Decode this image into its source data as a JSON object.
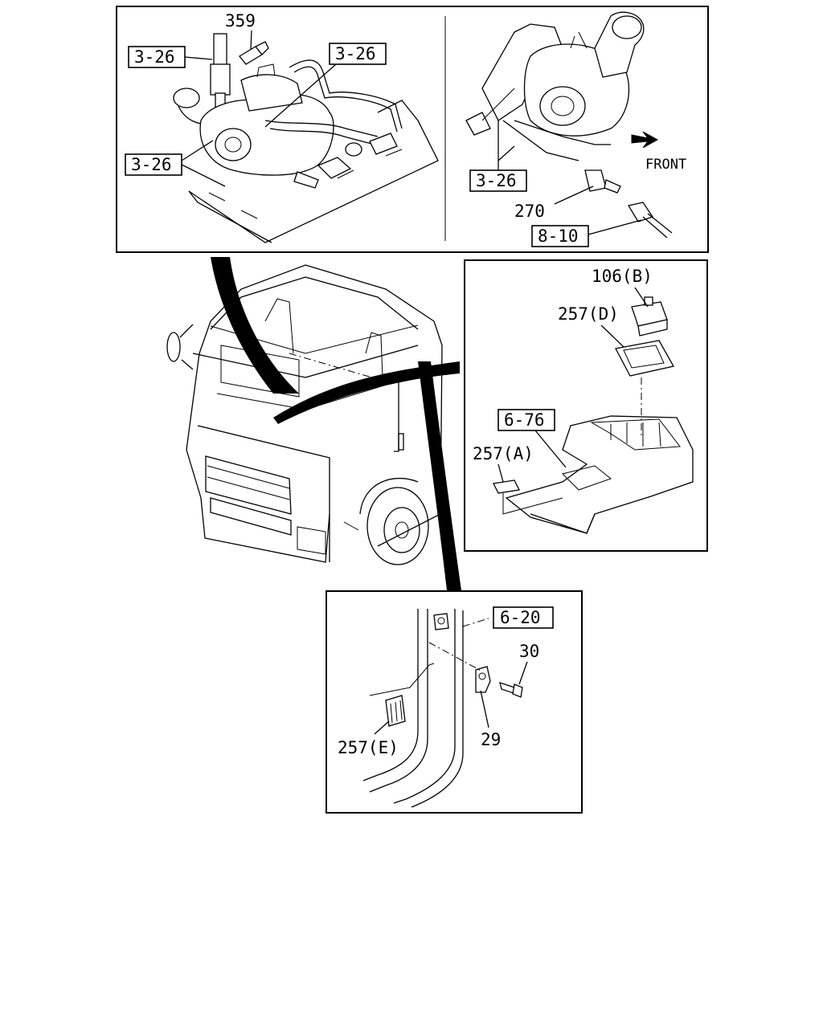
{
  "callouts": {
    "p359": "359",
    "ref_top_left_1": "3-26",
    "ref_top_mid": "3-26",
    "ref_top_left_2": "3-26",
    "ref_right_panel": "3-26",
    "p270": "270",
    "ref_8_10": "8-10",
    "front": "FRONT",
    "p106b": "106(B)",
    "p257d": "257(D)",
    "ref_6_76": "6-76",
    "p257a": "257(A)",
    "ref_6_20": "6-20",
    "p30": "30",
    "p29": "29",
    "p257e": "257(E)"
  }
}
